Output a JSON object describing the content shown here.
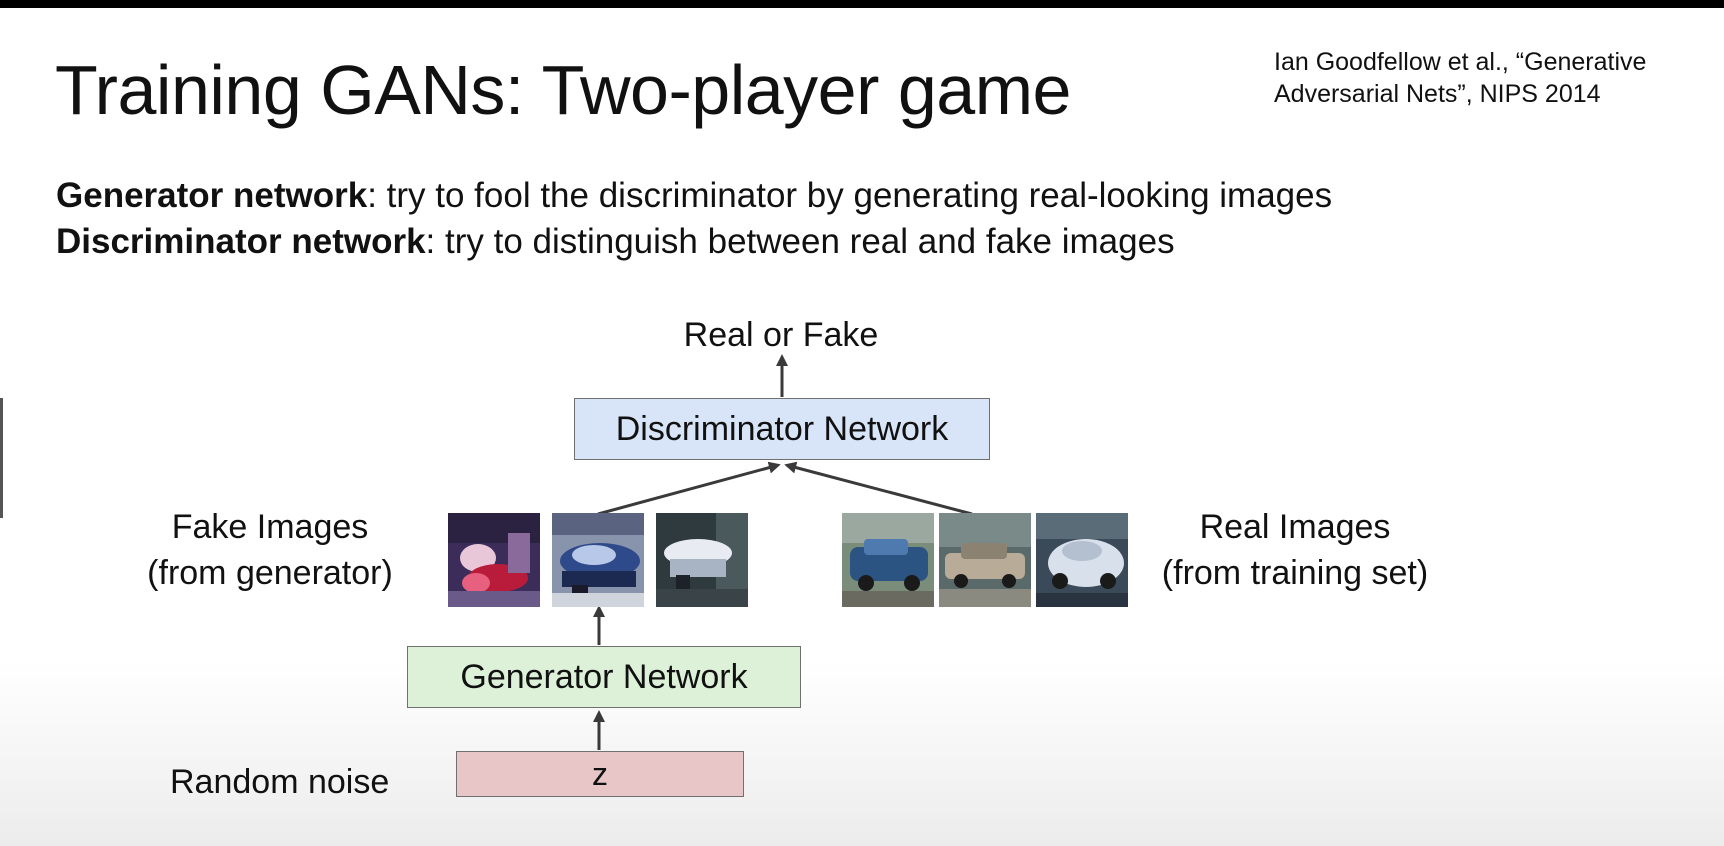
{
  "slide": {
    "title": "Training GANs: Two-player game",
    "citation_line1": "Ian Goodfellow et al., “Generative",
    "citation_line2": "Adversarial Nets”, NIPS 2014",
    "desc": [
      {
        "bold": "Generator network",
        "rest": ": try to fool the discriminator by generating real-looking images"
      },
      {
        "bold": "Discriminator network",
        "rest": ": try to distinguish between real and fake images"
      }
    ]
  },
  "diagram": {
    "output_label": "Real or Fake",
    "discriminator_label": "Discriminator Network",
    "generator_label": "Generator Network",
    "noise_box_label": "z",
    "noise_label": "Random noise",
    "fake_label_line1": "Fake Images",
    "fake_label_line2": "(from generator)",
    "real_label_line1": "Real Images",
    "real_label_line2": "(from training set)",
    "colors": {
      "discriminator_box": "#d8e4f7",
      "generator_box": "#dcf1d8",
      "noise_box": "#e8c6c8",
      "arrow": "#3a3a3a"
    }
  }
}
